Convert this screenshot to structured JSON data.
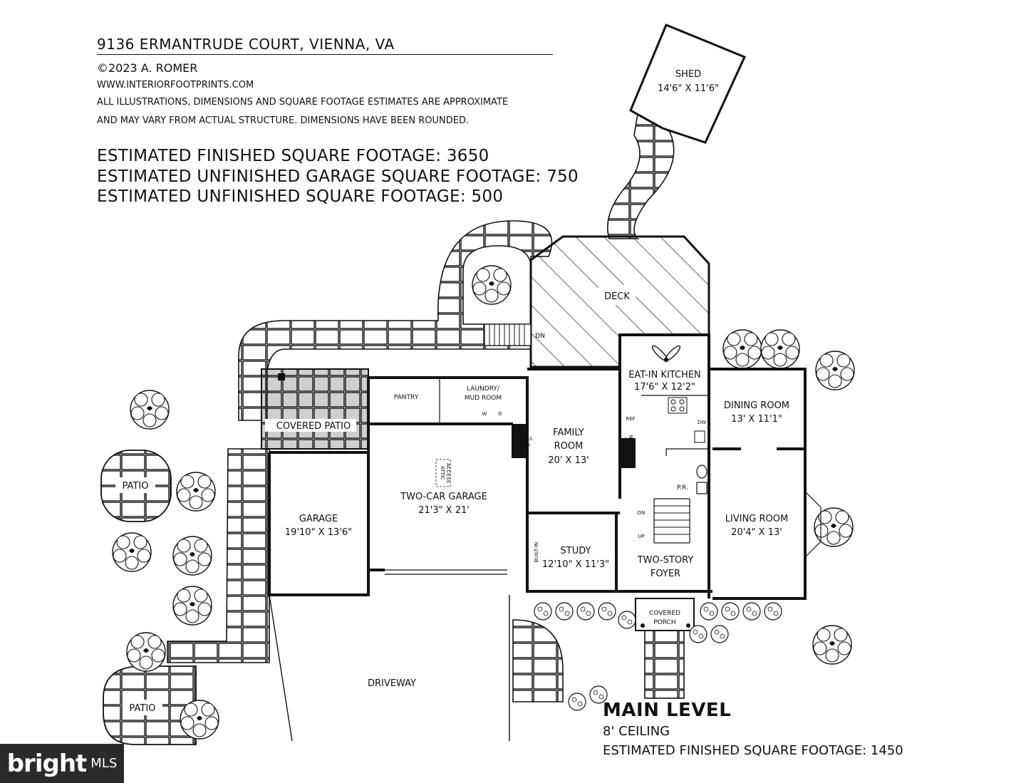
{
  "header": {
    "address": "9136 ERMANTRUDE COURT, VIENNA, VA",
    "copyright": "©2023 A. ROMER",
    "website": "WWW.INTERIORFOOTPRINTS.COM",
    "disclaimer_1": "ALL ILLUSTRATIONS, DIMENSIONS AND SQUARE FOOTAGE ESTIMATES ARE APPROXIMATE",
    "disclaimer_2": "AND MAY VARY FROM ACTUAL STRUCTURE. DIMENSIONS HAVE BEEN ROUNDED.",
    "est_finished": "ESTIMATED FINISHED SQUARE FOOTAGE: 3650",
    "est_garage": "ESTIMATED UNFINISHED GARAGE SQUARE FOOTAGE: 750",
    "est_unfinished": "ESTIMATED UNFINISHED SQUARE FOOTAGE: 500"
  },
  "rooms": {
    "shed_name": "SHED",
    "shed_dim": "14'6\" X 11'6\"",
    "deck": "DECK",
    "dn_deck": "DN",
    "eat_in_kitchen": "EAT-IN KITCHEN",
    "kitchen_dim": "17'6\" X 12'2\"",
    "pantry": "PANTRY",
    "laundry_1": "LAUNDRY/",
    "laundry_2": "MUD ROOM",
    "washer": "W",
    "dryer": "D",
    "dining_room": "DINING ROOM",
    "dining_dim": "13' X 11'1\"",
    "covered_patio": "COVERED PATIO",
    "family_room_1": "FAMILY",
    "family_room_2": "ROOM",
    "family_dim": "20' X 13'",
    "gas_1": "GAS",
    "gas_2": "FP",
    "attic_1": "ATTIC",
    "attic_2": "ACCESS",
    "ref": "REF",
    "dbl_oven_1": "DBL",
    "dbl_oven_2": "OVEN",
    "dw": "DW",
    "pr": "P.R.",
    "patio_1": "PATIO",
    "patio_2": "PATIO",
    "two_car_garage": "TWO-CAR GARAGE",
    "two_car_dim": "21'3\" X 21'",
    "garage": "GARAGE",
    "garage_dim": "19'10\" X 13'6\"",
    "living_room": "LIVING ROOM",
    "living_dim": "20'4\" X 13'",
    "dn_stair": "DN",
    "up_stair": "UP",
    "built_in": "BUILT-IN",
    "study": "STUDY",
    "study_dim": "12'10\" X 11'3\"",
    "foyer_1": "TWO-STORY",
    "foyer_2": "FOYER",
    "porch_1": "COVERED",
    "porch_2": "PORCH",
    "driveway": "DRIVEWAY"
  },
  "level": {
    "name": "MAIN LEVEL",
    "ceiling": "8' CEILING",
    "sqft": "ESTIMATED FINISHED SQUARE FOOTAGE: 1450"
  },
  "watermark": {
    "brand": "bright",
    "suffix": "MLS"
  }
}
